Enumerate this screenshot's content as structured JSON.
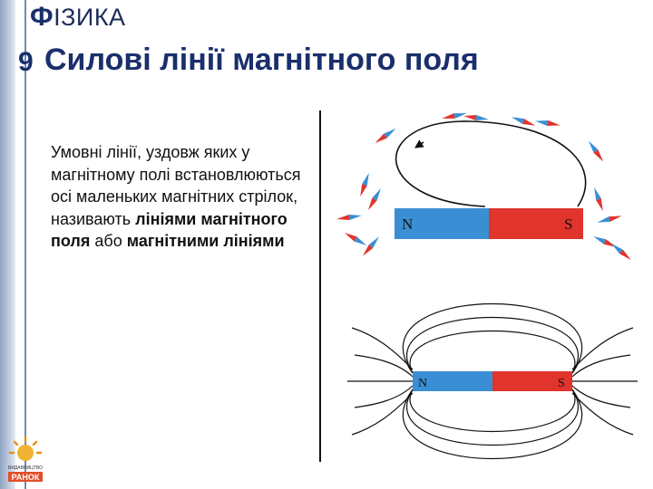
{
  "header": {
    "brand_first_letter": "Ф",
    "brand_rest": "ІЗИКА",
    "grade": "9",
    "title": "Силові лінії магнітного поля"
  },
  "body": {
    "text_plain": "Умовні лінії, уздовж яких у магнітному полі встановлюються осі маленьких магнітних стрілок, називають",
    "term_1": "лініями магнітного поля",
    "connector": "або",
    "term_2": "магнітними лініями"
  },
  "figure_top": {
    "pole_n": "N",
    "pole_s": "S"
  },
  "figure_bottom": {
    "pole_n": "N",
    "pole_s": "S"
  },
  "publisher": {
    "small_label": "ВИДАВНИЦТВО",
    "name": "РАНОК"
  },
  "colors": {
    "north": "#3a8fd4",
    "south": "#e0342c",
    "accent": "#1a2f6b"
  }
}
